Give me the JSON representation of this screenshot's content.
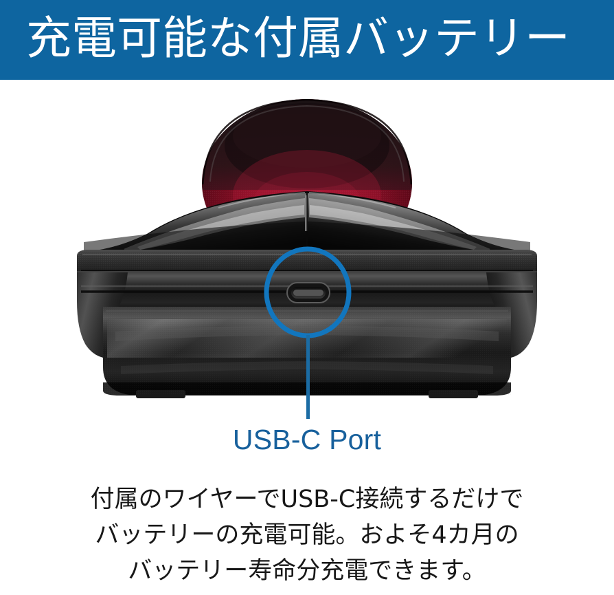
{
  "banner": {
    "title": "充電可能な付属バッテリー",
    "background_color": "#0E65A0",
    "text_color": "#FFFFFF"
  },
  "product": {
    "name": "trackball-mouse",
    "ball_color": "#8E1228",
    "ball_highlight_color": "#F6DCDE",
    "shell_color": "#1A1A1A",
    "base_color": "#2A2A2A"
  },
  "callout": {
    "label": "USB-C Port",
    "color": "#17609C",
    "highlight_shape": "ellipse",
    "target": "usb-c-port"
  },
  "caption": {
    "line1": "付属のワイヤーでUSB-C接続するだけで",
    "line2": "バッテリーの充電可能。およそ4カ月の",
    "line3": "バッテリー寿命分充電できます。",
    "color": "#181818"
  }
}
